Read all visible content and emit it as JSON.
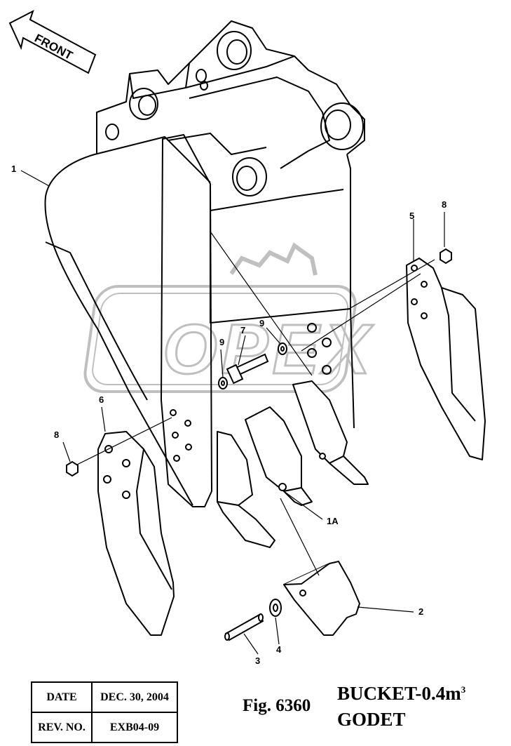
{
  "front_arrow": {
    "label": "FRONT"
  },
  "watermark": {
    "text": "OPEX"
  },
  "callouts": [
    "1",
    "1A",
    "2",
    "3",
    "4",
    "5",
    "6",
    "7",
    "8",
    "8",
    "9",
    "9"
  ],
  "info": {
    "date_label": "DATE",
    "date_value": "DEC. 30, 2004",
    "rev_label": "REV. NO.",
    "rev_value": "EXB04-09"
  },
  "figure": {
    "number": "Fig. 6360",
    "title_main": "BUCKET-0.4m",
    "title_sup": "3",
    "title_alt": "GODET"
  },
  "colors": {
    "line": "#000000",
    "watermark": "#9a9a9a"
  }
}
